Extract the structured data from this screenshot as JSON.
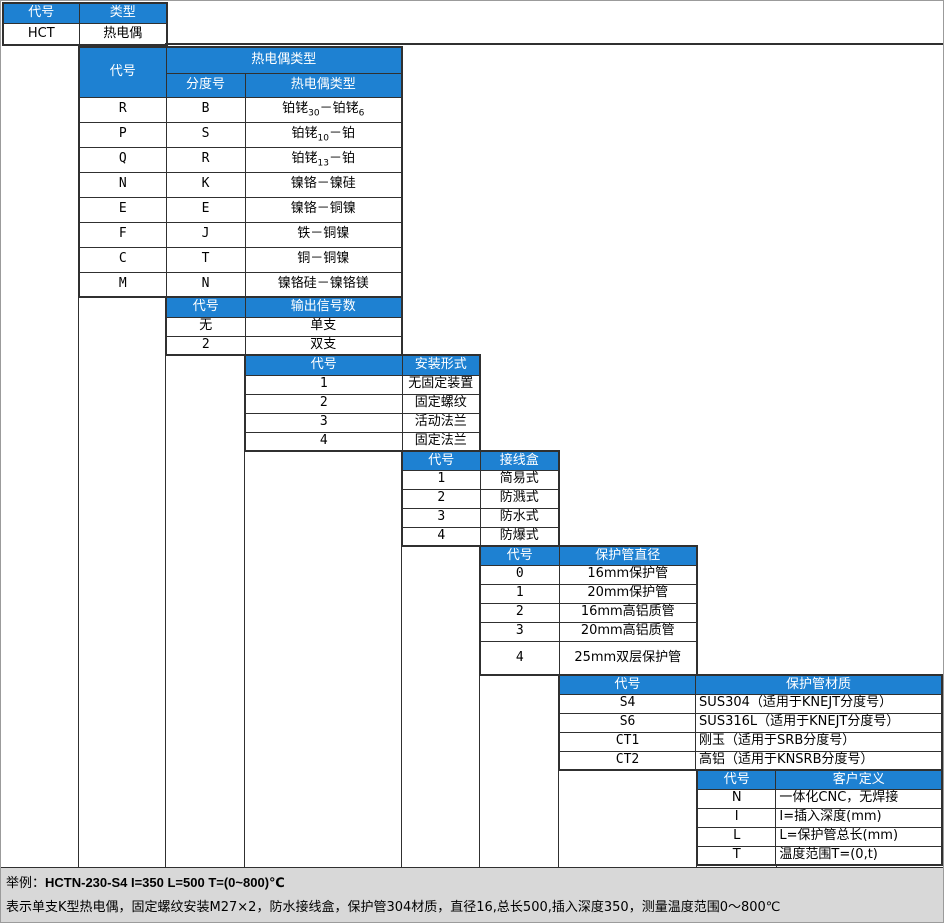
{
  "colors": {
    "header_blue": "#1E81D2",
    "section_bg": "#D8D8D8",
    "grid_line": "#303030"
  },
  "product": {
    "code_header": "代号",
    "type_header": "类型",
    "code": "HCT",
    "type": "热电偶"
  },
  "tc_type": {
    "code_header": "代号",
    "group_header": "热电偶类型",
    "grad_header": "分度号",
    "name_header": "热电偶类型",
    "rows": [
      {
        "code": "R",
        "grad": "B",
        "p1": "铂铑",
        "s1": "30",
        "p2": "－铂铑",
        "s2": "6"
      },
      {
        "code": "P",
        "grad": "S",
        "p1": "铂铑",
        "s1": "10",
        "p2": "－铂"
      },
      {
        "code": "Q",
        "grad": "R",
        "p1": "铂铑",
        "s1": "13",
        "p2": "－铂"
      },
      {
        "code": "N",
        "grad": "K",
        "p1": "镍铬－镍硅"
      },
      {
        "code": "E",
        "grad": "E",
        "p1": "镍铬－铜镍"
      },
      {
        "code": "F",
        "grad": "J",
        "p1": "铁－铜镍"
      },
      {
        "code": "C",
        "grad": "T",
        "p1": "铜－铜镍"
      },
      {
        "code": "M",
        "grad": "N",
        "p1": "镍铬硅－镍铬镁"
      }
    ]
  },
  "signals": {
    "code_header": "代号",
    "label_header": "输出信号数",
    "rows": [
      {
        "code": "无",
        "label": "单支"
      },
      {
        "code": "2",
        "label": "双支"
      }
    ]
  },
  "mounting": {
    "code_header": "代号",
    "label_header": "安装形式",
    "rows": [
      {
        "code": "1",
        "label": "无固定装置"
      },
      {
        "code": "2",
        "label": "固定螺纹"
      },
      {
        "code": "3",
        "label": "活动法兰"
      },
      {
        "code": "4",
        "label": "固定法兰"
      }
    ]
  },
  "junction_box": {
    "code_header": "代号",
    "label_header": "接线盒",
    "rows": [
      {
        "code": "1",
        "label": "简易式"
      },
      {
        "code": "2",
        "label": "防溅式"
      },
      {
        "code": "3",
        "label": "防水式"
      },
      {
        "code": "4",
        "label": "防爆式"
      }
    ]
  },
  "tube_diameter": {
    "code_header": "代号",
    "label_header": "保护管直径",
    "rows": [
      {
        "code": "0",
        "label": "16mm保护管"
      },
      {
        "code": "1",
        "label": "20mm保护管"
      },
      {
        "code": "2",
        "label": "16mm高铝质管"
      },
      {
        "code": "3",
        "label": "20mm高铝质管"
      },
      {
        "code": "4",
        "label": "25mm双层保护管"
      }
    ]
  },
  "tube_material": {
    "code_header": "代号",
    "label_header": "保护管材质",
    "rows": [
      {
        "code": "S4",
        "label": "SUS304（适用于KNEJT分度号）"
      },
      {
        "code": "S6",
        "label": "SUS316L（适用于KNEJT分度号）"
      },
      {
        "code": "CT1",
        "label": "刚玉（适用于SRB分度号）"
      },
      {
        "code": "CT2",
        "label": "高铝（适用于KNSRB分度号）"
      }
    ]
  },
  "customer": {
    "code_header": "代号",
    "label_header": "客户定义",
    "rows": [
      {
        "code": "N",
        "label": "一体化CNC，无焊接"
      },
      {
        "code": "I",
        "label": "I=插入深度(mm)"
      },
      {
        "code": "L",
        "label": "L=保护管总长(mm)"
      },
      {
        "code": "T",
        "label": "温度范围T=(0,t)"
      }
    ]
  },
  "example": {
    "label": "举例：",
    "code": "HCTN-230-S4 I=350 L=500 T=(0~800)℃",
    "description": "表示单支K型热电偶，固定螺纹安装M27×2，防水接线盒，保护管304材质，直径16,总长500,插入深度350，测量温度范围0～800℃"
  }
}
